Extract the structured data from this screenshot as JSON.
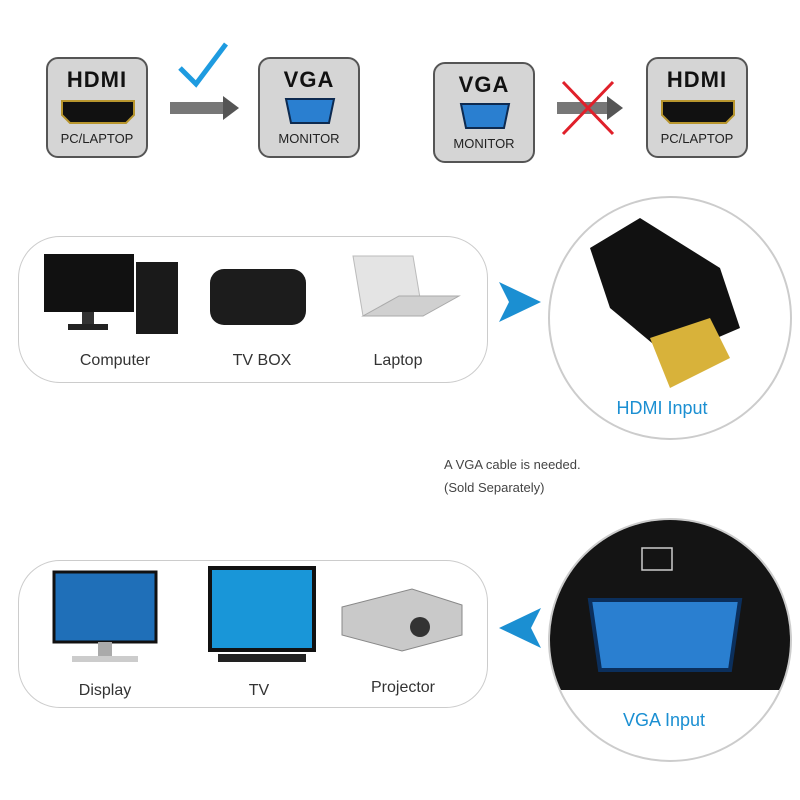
{
  "top_row": [
    {
      "title": "HDMI",
      "subtitle": "PC/LAPTOP"
    },
    {
      "title": "VGA",
      "subtitle": "MONITOR"
    },
    {
      "title": "VGA",
      "subtitle": "MONITOR"
    },
    {
      "title": "HDMI",
      "subtitle": "PC/LAPTOP"
    }
  ],
  "sources": {
    "items": [
      "Computer",
      "TV BOX",
      "Laptop"
    ],
    "target_label": "HDMI Input"
  },
  "note": {
    "line1": "A VGA cable is needed.",
    "line2": "(Sold Separately)"
  },
  "displays": {
    "items": [
      "Display",
      "TV",
      "Projector"
    ],
    "source_label": "VGA Input"
  },
  "colors": {
    "accent": "#1b8fd2",
    "wrong": "#e0202a",
    "card": "#d5d5d5"
  }
}
